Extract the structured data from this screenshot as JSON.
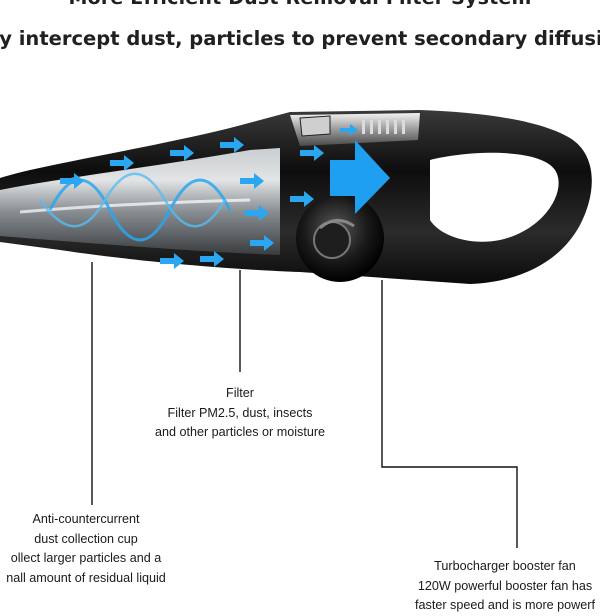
{
  "header": {
    "title": "More Efficient Dust Removal Filter System",
    "subtitle": "ully intercept dust, particles to prevent secondary diffusion"
  },
  "callouts": {
    "filter": {
      "title": "Filter",
      "line1": "Filter PM2.5, dust, insects",
      "line2": "and other particles or moisture"
    },
    "dust_cup": {
      "title": "Anti-countercurrent",
      "line1": "dust collection cup",
      "line2": "ollect larger particles and a",
      "line3": "nall amount of residual liquid"
    },
    "fan": {
      "title": "Turbocharger booster fan",
      "line1": "120W powerful booster fan has",
      "line2": "faster speed and is more powerf"
    }
  },
  "colors": {
    "airflow": "#2aa7f0",
    "body": "#1b1b1b",
    "leader": "#111111"
  }
}
